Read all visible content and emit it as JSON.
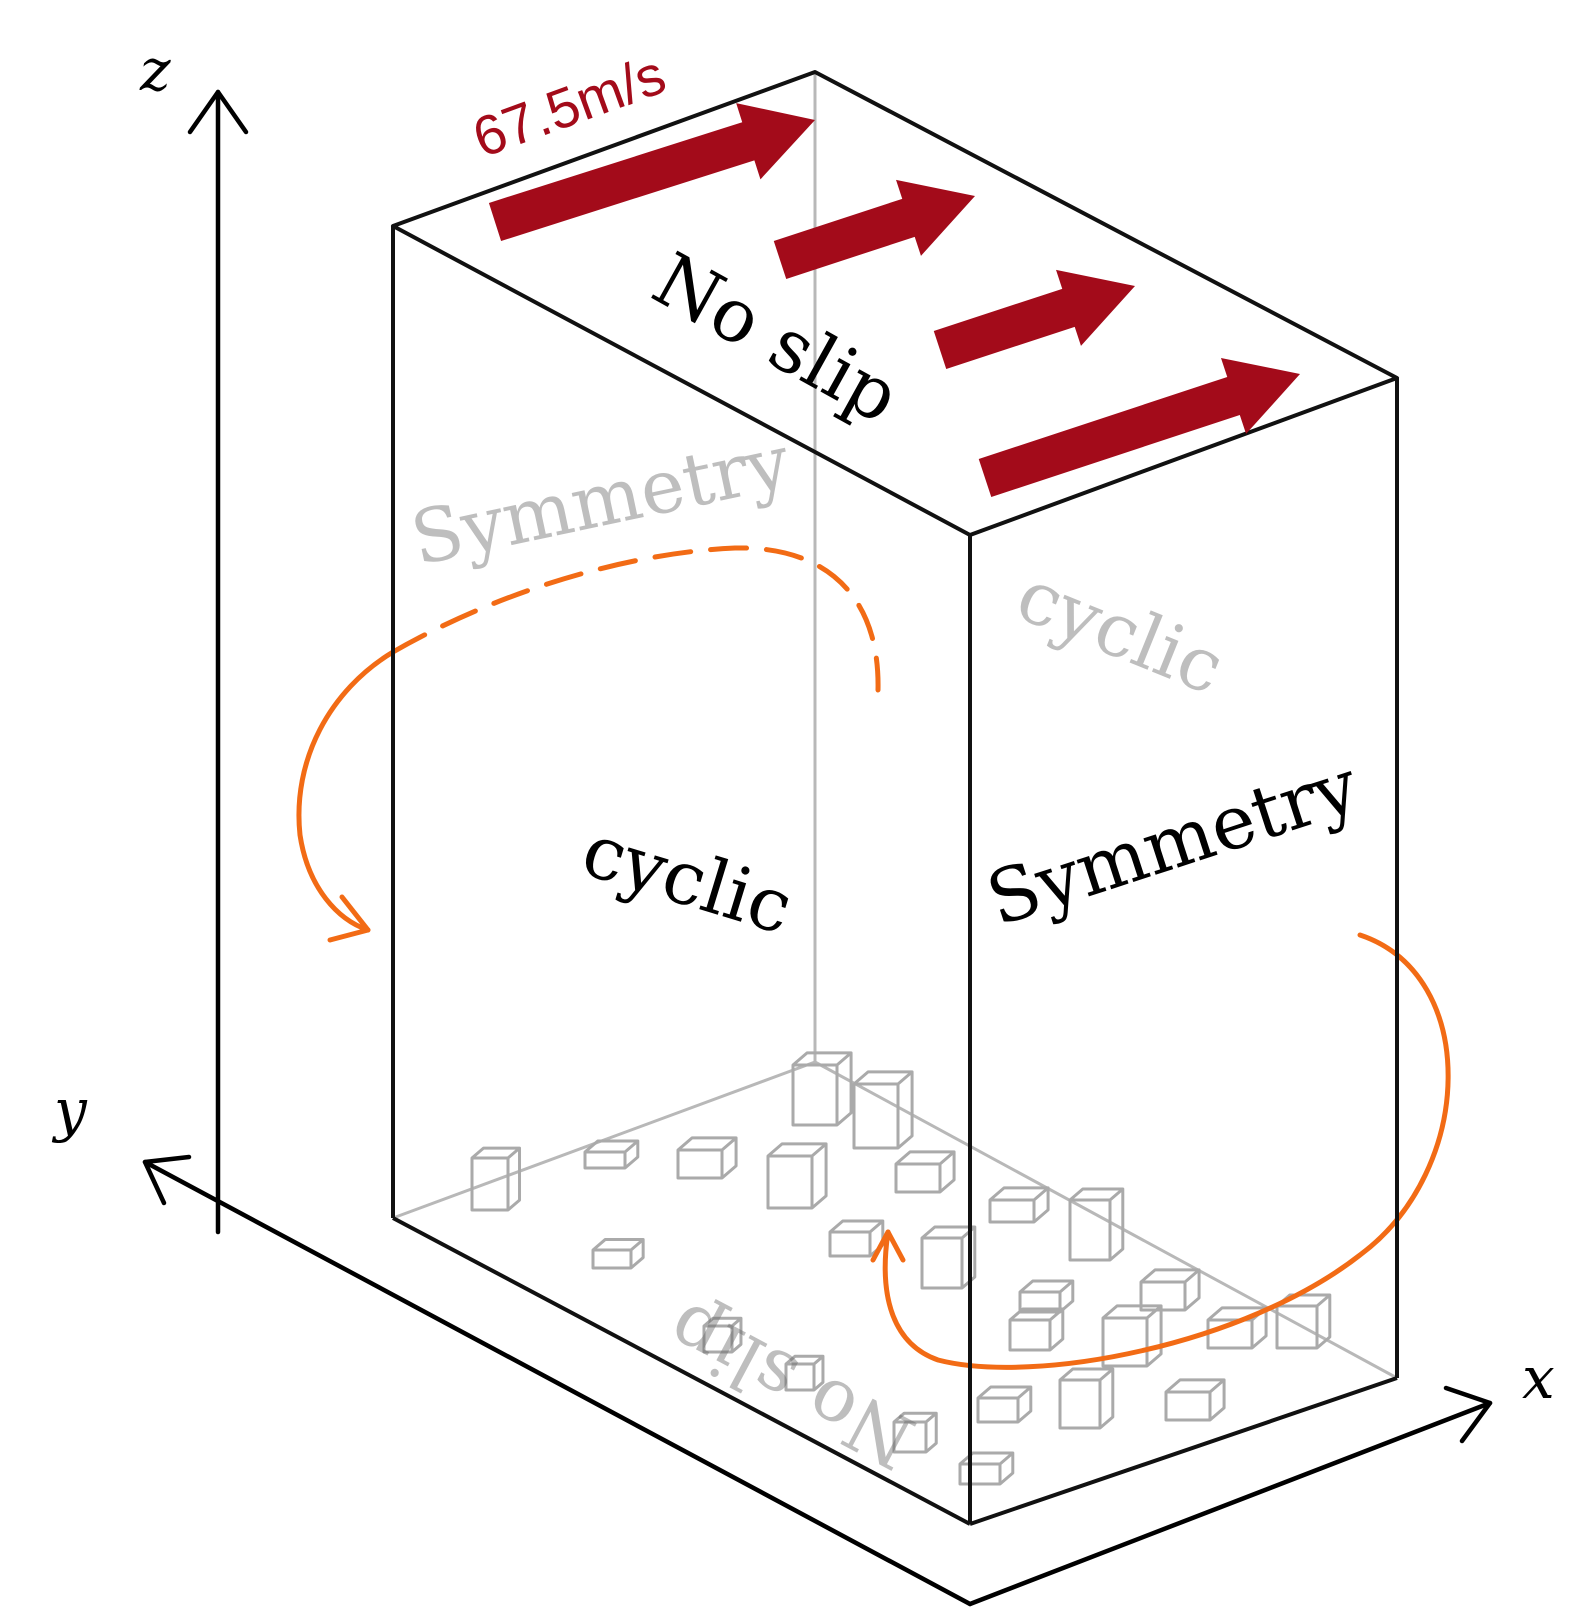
{
  "labels": {
    "z_axis": "z",
    "y_axis": "y",
    "x_axis": "x",
    "velocity": "67.5m/s",
    "top_face": "No slip",
    "bottom_face": "No slip",
    "front_left_face": "cyclic",
    "back_right_face": "cyclic",
    "front_right_face": "Symmetry",
    "back_left_face": "Symmetry"
  },
  "colors": {
    "velocity_arrow": "#a30b1a",
    "cyclic_arrow": "#f26b15",
    "box_edges": "#111111",
    "hidden_edges": "#b8b8b8",
    "roughness_blocks": "#aaaaaa",
    "axes": "#000000"
  },
  "arrows": {
    "velocity_count": 4,
    "cyclic_count": 2
  }
}
